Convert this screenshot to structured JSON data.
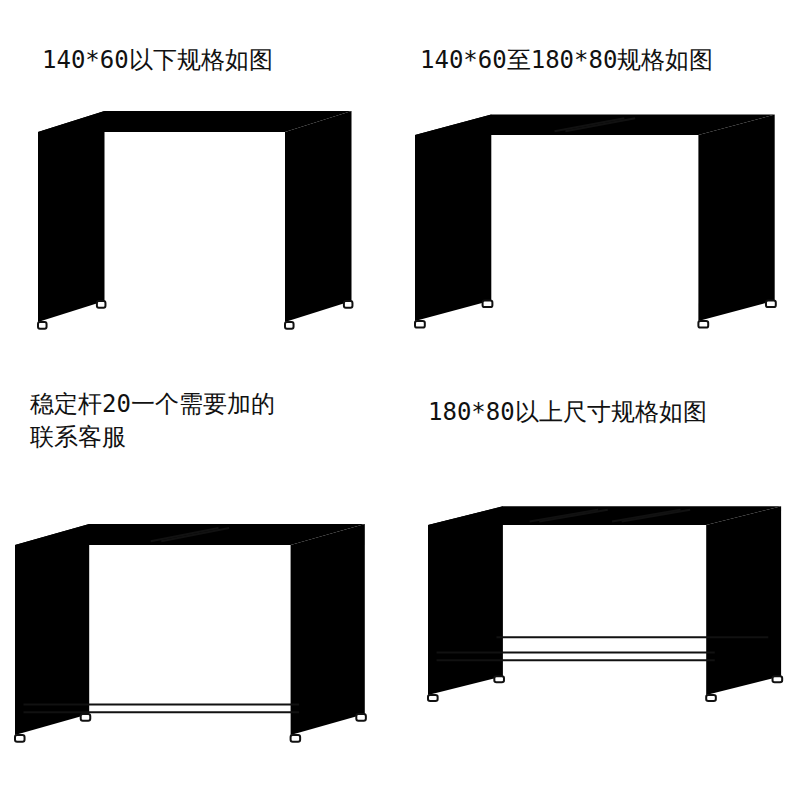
{
  "diagram": {
    "labels": [
      "140*60以下规格如图",
      "140*60至180*80规格如图",
      "稳定杆20一个需要加的 联系客服",
      "180*80以上尺寸规格如图"
    ]
  }
}
